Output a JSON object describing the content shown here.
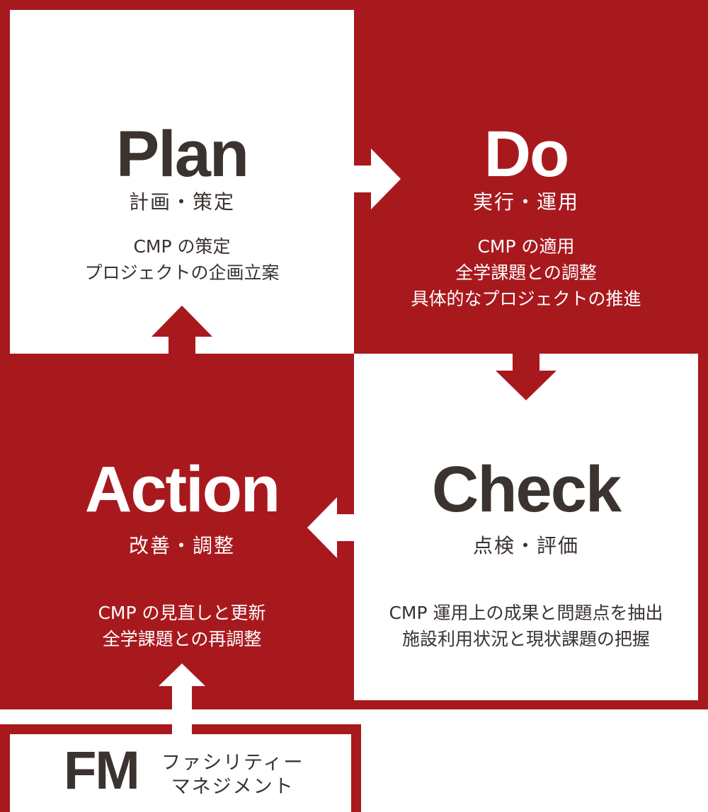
{
  "colors": {
    "red": "#a8191e",
    "white": "#ffffff",
    "text_dark": "#3a3330"
  },
  "plan": {
    "title": "Plan",
    "subtitle": "計画・策定",
    "lines": [
      "CMP の策定",
      "プロジェクトの企画立案"
    ]
  },
  "do": {
    "title": "Do",
    "subtitle": "実行・運用",
    "lines": [
      "CMP の適用",
      "全学課題との調整",
      "具体的なプロジェクトの推進"
    ]
  },
  "check": {
    "title": "Check",
    "subtitle": "点検・評価",
    "lines": [
      "CMP 運用上の成果と問題点を抽出",
      "施設利用状況と現状課題の把握"
    ]
  },
  "action": {
    "title": "Action",
    "subtitle": "改善・調整",
    "lines": [
      "CMP の見直しと更新",
      "全学課題との再調整"
    ]
  },
  "fm": {
    "abbr": "FM",
    "lines": [
      "ファシリティー",
      "マネジメント"
    ]
  }
}
